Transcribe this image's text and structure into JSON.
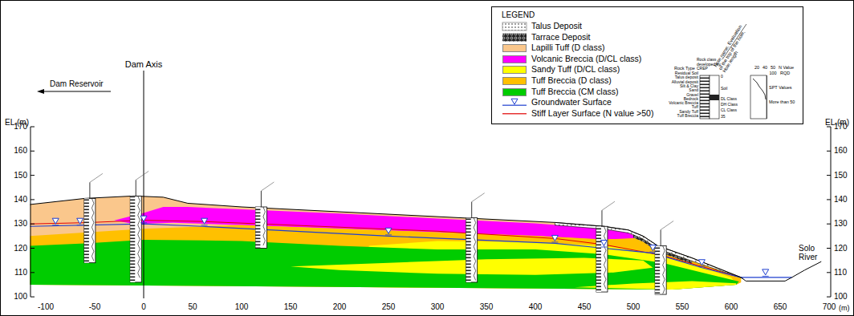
{
  "diagram": {
    "labels": [
      "EL.(m)",
      "EL.(m)",
      "170",
      "160",
      "150",
      "140",
      "130",
      "120",
      "110",
      "100",
      "170",
      "160",
      "150",
      "140",
      "130",
      "120",
      "110",
      "100",
      "-100",
      "-50",
      "0",
      "50",
      "100",
      "150",
      "200",
      "250",
      "300",
      "350",
      "400",
      "450",
      "500",
      "550",
      "600",
      "650",
      "700",
      "(m)",
      "Dam Axis",
      "Dam Reservoir",
      "Solo River",
      "LEGEND",
      "Hole name, Evaluation of the top of the hole, Hole length",
      "Rock Type",
      "Rock class developed by CREP",
      "Residual Soil",
      "Talus deposit",
      "Alluvial deposit",
      "Silt & Clay",
      "Sand",
      "Gravel",
      "Bedrock",
      "Volcanic Breccia",
      "Tuff",
      "Sandy Tuff",
      "Tuff Breccia",
      "Soil",
      "DL Class",
      "DH Class",
      "CL Class",
      "0",
      "35",
      "20",
      "40",
      "50",
      "100",
      "N Value",
      "RQD",
      "SPT Values",
      "More than 50"
    ],
    "legend": [
      {
        "text": "Talus Deposit"
      },
      {
        "text": "Tarrace Deposit"
      },
      {
        "text": "Lapilli Tuff (D class)",
        "color": "#fac78c"
      },
      {
        "text": "Volcanic Breccia (D/CL class)",
        "color": "#ff00ff"
      },
      {
        "text": "Sandy Tuff (D/CL class)",
        "color": "#ffff00"
      },
      {
        "text": "Tuff Breccia (D class)",
        "color": "#ffc000"
      },
      {
        "text": "Tuff Breccia (CM class)",
        "color": "#00cc00"
      },
      {
        "text": "Groundwater Surface"
      },
      {
        "text": "Stiff Layer Surface (N value >50)"
      }
    ]
  }
}
